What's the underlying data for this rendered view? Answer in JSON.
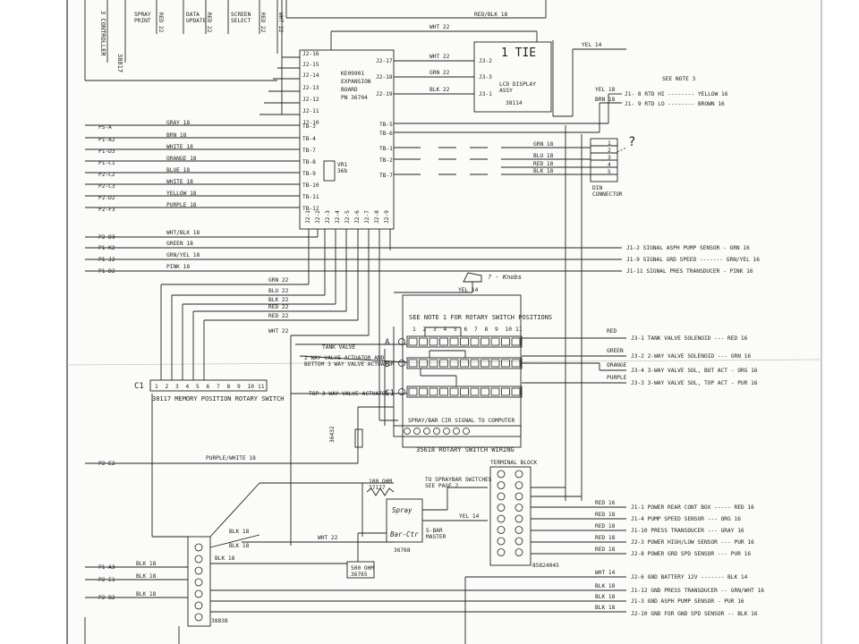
{
  "top": {
    "controller": "3 CONTROLLER",
    "controller_pn": "38817",
    "spray_print": "SPRAY\nPRINT",
    "data_update": "DATA\nUPDATE",
    "screen_select": "SCREEN\nSELECT",
    "red_blk_top": "RED/BLK 18",
    "wht22_top": "WHT 22",
    "yel14_top": "YEL 14",
    "red22_a": "RED 22",
    "red22_b": "RED 22",
    "red22_c": "RED 22",
    "wht22_d": "WHT 22"
  },
  "expansion": {
    "left_pins": [
      "J2-16",
      "J2-15",
      "J2-14",
      "J2-13",
      "J2-12",
      "J2-11",
      "J2-10"
    ],
    "right_pins": [
      "J2-17",
      "J2-18",
      "J2-19"
    ],
    "title": [
      "KE09901",
      "EXPANSION",
      "BOARD",
      "PN 36704"
    ],
    "tb_left": [
      "TB-3",
      "TB-4",
      "TB-7",
      "TB-8",
      "TB-9",
      "TB-10",
      "TB-11",
      "TB-12"
    ],
    "tb_right": [
      "TB-5",
      "TB-6",
      "TB-1",
      "TB-2",
      "TB-7"
    ],
    "bottom_pins": [
      "J2-1",
      "J2-2",
      "J2-3",
      "J2-4",
      "J2-5",
      "J2-6",
      "J2-7",
      "J2-8",
      "J2-9"
    ],
    "vr": "VR1\n36b"
  },
  "lcd": {
    "title": "1 TIE",
    "label": "LCD DISPLAY\nASSY",
    "pn": "38114",
    "pins": [
      "J3-2",
      "J3-3",
      "J3-1"
    ],
    "wires": [
      "WHT 22",
      "GRN 22",
      "BLK 22"
    ]
  },
  "note3": {
    "title": "SEE NOTE 3",
    "wires": [
      "YEL 18",
      "BRN 18"
    ],
    "lines": [
      "J1- 8  RTD HI -------- YELLOW 16",
      "J1- 9  RTD LO -------- BROWN 16"
    ]
  },
  "din": {
    "wires": [
      "GRN 18",
      "BLU 18",
      "RED 18",
      "BLK 18"
    ],
    "pins": [
      "1",
      "2",
      "3",
      "4",
      "5"
    ],
    "label": "DIN\nCONNECTOR",
    "question": "?"
  },
  "left_inputs": {
    "labels": [
      "PS-A",
      "P1-A2",
      "P1-D3",
      "P1-C1",
      "P2-C2",
      "P2-C3",
      "P2-D2",
      "P2-F3"
    ],
    "wires": [
      "GRAY 18",
      "BRN 18",
      "WHITE 18",
      "ORANGE 18",
      "BLUE 18",
      "WHITE 18",
      "YELLOW 18",
      "PURPLE 18"
    ]
  },
  "signals": {
    "labels": [
      "P2-D3",
      "P1-K2",
      "P1-J2",
      "P1-D2"
    ],
    "wires": [
      "WHT/BLK 18",
      "GREEN 18",
      "GRN/YEL 18",
      "PINK 18"
    ],
    "right": [
      "J1-2  SIGNAL ASPH PUMP SENSOR - GRN 16",
      "J1-9  SIGNAL GRD SPEED ------- GRN/YEL 16",
      "J1-11 SIGNAL PRES TRANSDUCER - PINK 16"
    ]
  },
  "mid_wires": [
    "GRN 22",
    "BLU 22",
    "BLK 22",
    "RED 22",
    "RED 22",
    "WHT 22"
  ],
  "rotary": {
    "note": "SEE NOTE 1 FOR ROTARY SWITCH POSITIONS",
    "numbers": [
      "1",
      "2",
      "3",
      "4",
      "5",
      "6",
      "7",
      "8",
      "9",
      "10",
      "11"
    ],
    "rows": [
      "A",
      "B",
      "C1"
    ],
    "tank_valve": "TANK VALVE",
    "two_way": "2 WAY VALVE ACTUATOR AND\nBOTTOM 3 WAY VALVE ACTUATOR",
    "top3": "TOP 3 WAY VALVE ACTUATOR",
    "spraybar": "SPRAY/BAR CIR SIGNAL TO COMPUTER",
    "wiring": "35618 ROTARY SWITCH WIRING",
    "yel14": "YEL 14",
    "handwritten": "? - Knobs"
  },
  "solenoids": {
    "colors": [
      "RED",
      "GREEN",
      "ORANGE",
      "PURPLE"
    ],
    "lines": [
      "J3-1  TANK VALVE SOLENOID --- RED 16",
      "J3-2  2-WAY VALVE SOLENOID --- GRN 16",
      "J3-4  3-WAY VALVE SOL, BOT ACT - ORG 16",
      "J3-3  3-WAY VALVE SOL, TOP ACT - PUR 16"
    ]
  },
  "memory": {
    "c1": "C1",
    "numbers": [
      "1",
      "2",
      "3",
      "4",
      "5",
      "6",
      "7",
      "8",
      "9",
      "10",
      "11"
    ],
    "label": "38117 MEMORY POSITION ROTARY SWITCH"
  },
  "purple": {
    "left": "P2-E2",
    "wire": "PURPLE/WHITE 18"
  },
  "resistors": {
    "r36432": "36432",
    "r100": "100 OHM\n37127",
    "to_spraybar": "TO SPRAYBAR SWITCHES\nSEE PAGE 2",
    "spray": "Spray",
    "bar_ctr": "Bar-Ctr",
    "sbar": "S-BAR\nMASTER",
    "pn36768": "36768",
    "yel14": "YEL 14",
    "r500": "500 OHM\n36765",
    "wht22": "WHT 22"
  },
  "terminal": {
    "title": "TERMINAL BLOCK",
    "pn": "85824045"
  },
  "bottom_left": {
    "labels": [
      "P1-A3",
      "P2-E1",
      "P2-B2"
    ],
    "wires": [
      "BLK 18",
      "BLK 18",
      "BLK 18",
      "BLK 18",
      "BLK 18"
    ],
    "blk18_mid": "BLK 18",
    "pn": "38838"
  },
  "power": {
    "wires": [
      "RED 16",
      "RED 18",
      "RED 18",
      "RED 18",
      "RED 18",
      "WHT 14",
      "BLK 18",
      "BLK 18",
      "BLK 18"
    ],
    "lines": [
      "J1-1  POWER REAR CONT BOX ----- RED 16",
      "J1-4  PUMP SPEED SENSOR --- ORG 16",
      "J1-10 PRESS TRANSDUCER --- GRAY 16",
      "J2-3  POWER HIGH/LOW SENSOR --- PUR 16",
      "J2-8  POWER GRD SPD SENSOR --- PUR 16",
      "J2-6  GND BATTERY 12V ------- BLK 14",
      "J1-12 GND PRESS TRANSDUCER -- GRN/WHT 16",
      "J1-3  GND ASPH PUMP SENSOR - PUR 16",
      "J2-10 GND FOR GND SPD SENSOR -- BLK 16"
    ]
  }
}
